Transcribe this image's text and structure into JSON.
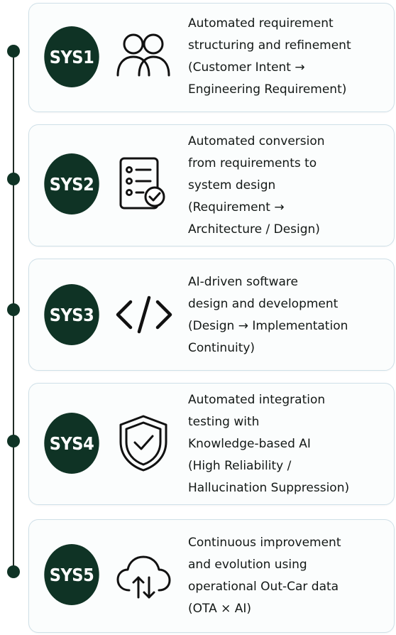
{
  "steps": [
    {
      "badge": "SYS1",
      "icon": "people-icon",
      "lines": [
        "Automated requirement",
        "structuring and refinement",
        "(Customer Intent →",
        "Engineering Requirement)"
      ]
    },
    {
      "badge": "SYS2",
      "icon": "checklist-icon",
      "lines": [
        "Automated conversion",
        "from requirements to",
        "system design",
        "(Requirement →",
        "Architecture / Design)"
      ]
    },
    {
      "badge": "SYS3",
      "icon": "code-icon",
      "lines": [
        "AI-driven software",
        "design and development",
        "(Design → Implementation",
        "Continuity)"
      ]
    },
    {
      "badge": "SYS4",
      "icon": "shield-check-icon",
      "lines": [
        "Automated integration",
        "testing with",
        "Knowledge-based AI",
        "(High Reliability /",
        "Hallucination Suppression)"
      ]
    },
    {
      "badge": "SYS5",
      "icon": "cloud-sync-icon",
      "lines": [
        "Continuous improvement",
        "and evolution using",
        "operational Out-Car data",
        "(OTA × AI)"
      ]
    }
  ],
  "colors": {
    "badge": "#0f3325",
    "card_border": "#cfe0e8",
    "line": "#1f2a25"
  }
}
